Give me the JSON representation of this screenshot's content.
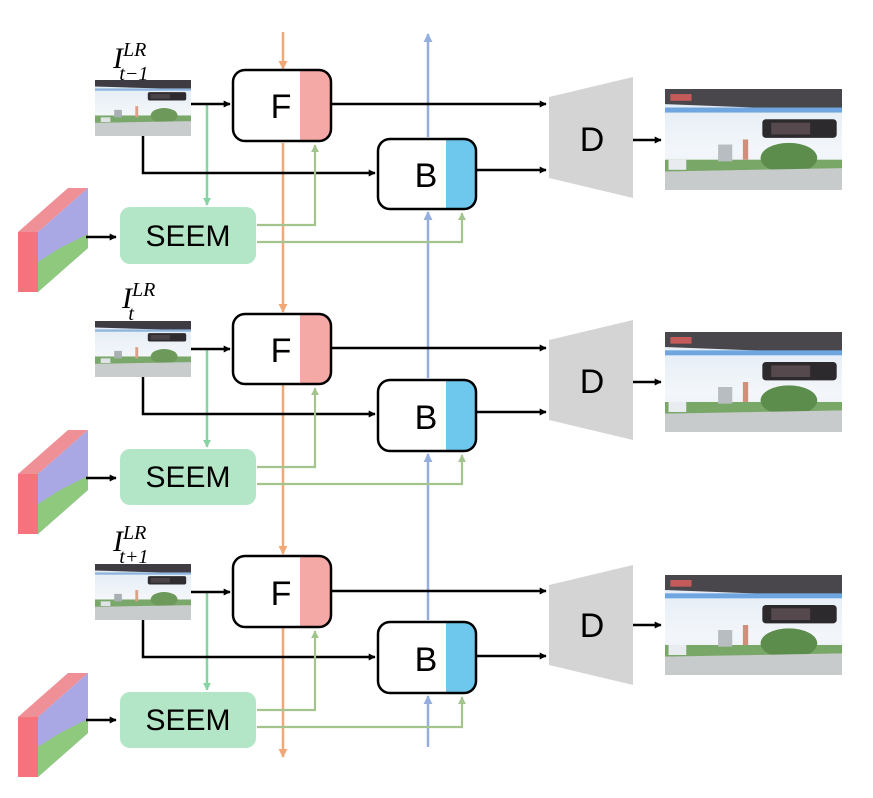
{
  "labels": {
    "forward": "F",
    "backward": "B",
    "decoder": "D",
    "segmenter": "SEEM"
  },
  "frames": [
    {
      "symbol": "I",
      "superscript": "LR",
      "subscript": "t−1"
    },
    {
      "symbol": "I",
      "superscript": "LR",
      "subscript": "t"
    },
    {
      "symbol": "I",
      "superscript": "LR",
      "subscript": "t+1"
    }
  ],
  "colors": {
    "forward_accent": "#f4a9a6",
    "backward_accent": "#6ec8ee",
    "decoder_fill": "#d4d4d4",
    "seem_fill": "#b3e6c7",
    "forward_flow": "#f0a878",
    "backward_flow": "#94aede",
    "seg_feature": "#a4c48e",
    "seem_input": "#86d3a4",
    "cube_front": "#f4737d",
    "cube_top": "#ef8f96",
    "arrow": "#000000"
  }
}
